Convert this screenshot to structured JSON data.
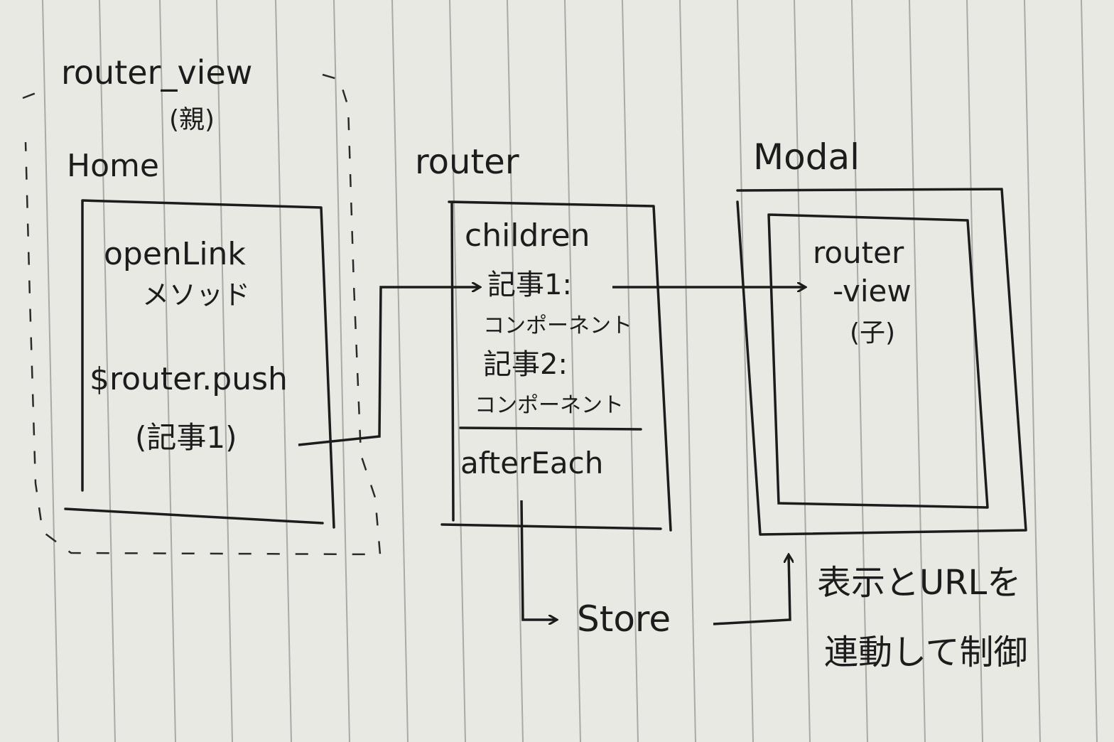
{
  "parent_view": {
    "title": "router_view",
    "subtitle": "(親)"
  },
  "home": {
    "title": "Home",
    "line1": "openLink",
    "line2": "メソッド",
    "line3": "$router.push",
    "line4": "(記事1)"
  },
  "router": {
    "title": "router",
    "children_label": "children",
    "item1_name": "記事1:",
    "item1_type": "コンポーネント",
    "item2_name": "記事2:",
    "item2_type": "コンポーネント",
    "hook": "afterEach"
  },
  "store": {
    "label": "Store"
  },
  "modal": {
    "title": "Modal",
    "inner_line1": "router",
    "inner_line2": "-view",
    "inner_line3": "(子)"
  },
  "note": {
    "line1": "表示とURLを",
    "line2": "連動して制御"
  }
}
